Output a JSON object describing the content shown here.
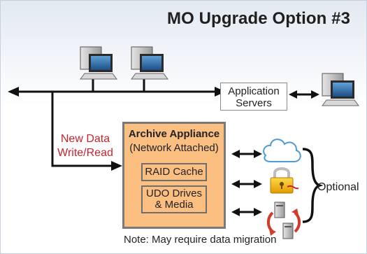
{
  "title": "MO Upgrade Option #3",
  "app_servers": {
    "line1": "Application",
    "line2": "Servers"
  },
  "new_data": {
    "line1": "New Data",
    "line2": "Write/Read"
  },
  "appliance": {
    "title": "Archive Appliance",
    "subtitle": "(Network Attached)",
    "raid": "RAID Cache",
    "udo_line1": "UDO Drives",
    "udo_line2": "& Media"
  },
  "optional_label": "Optional",
  "note": "Note: May require data migration",
  "icons": [
    "computer-icon",
    "computer-icon",
    "computer-icon",
    "cloud-icon",
    "lock-icon",
    "server-replication-icon"
  ],
  "colors": {
    "appliance_fill": "#fbbf82",
    "new_data_text": "#c8232c",
    "cloud": "#4a9bd6",
    "lock": "#f2b705"
  }
}
